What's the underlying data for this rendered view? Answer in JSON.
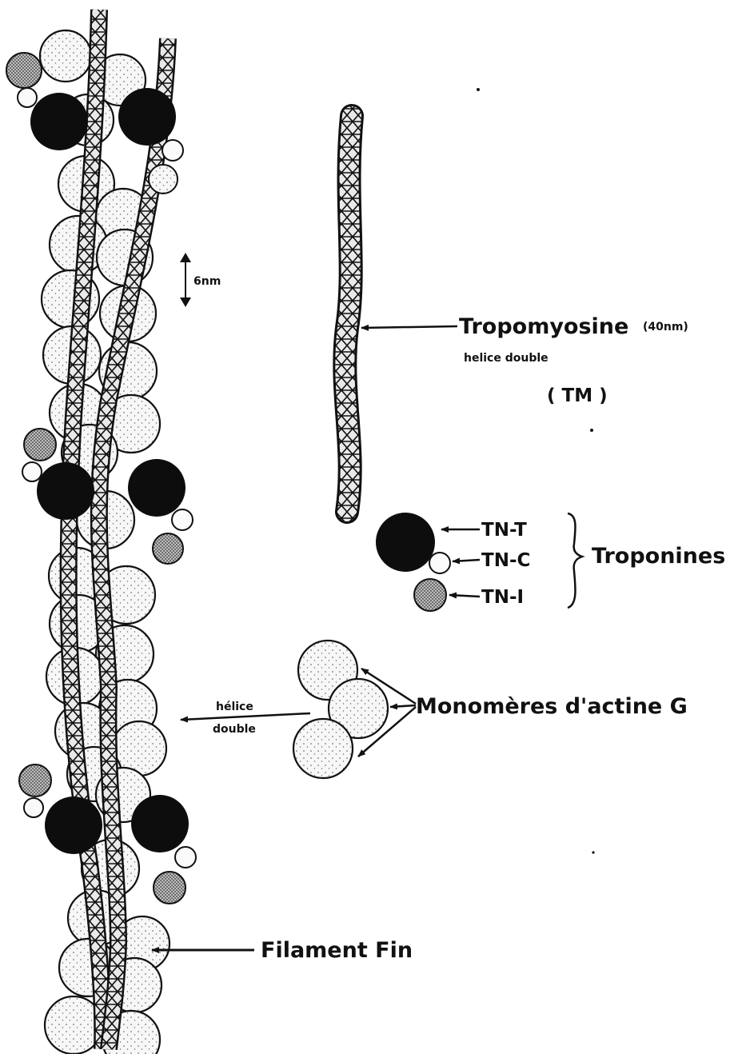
{
  "labels": {
    "scale": "6nm",
    "tropomyosine": "Tropomyosine",
    "tropomyosine_length": "(40nm)",
    "tropo_helix": "helice double",
    "tm_abbrev": "( TM )",
    "tn_t": "TN-T",
    "tn_c": "TN-C",
    "tn_i": "TN-I",
    "troponines": "Troponines",
    "helix_line1": "hélice",
    "helix_line2": "double",
    "monomeres": "Monomères d'actine G",
    "filament": "Filament Fin"
  },
  "colors": {
    "ink": "#111111",
    "actin_fill": "#f6f6f6",
    "troponin_t": "#0d0d0d",
    "troponin_i": "#c9c9c9"
  }
}
